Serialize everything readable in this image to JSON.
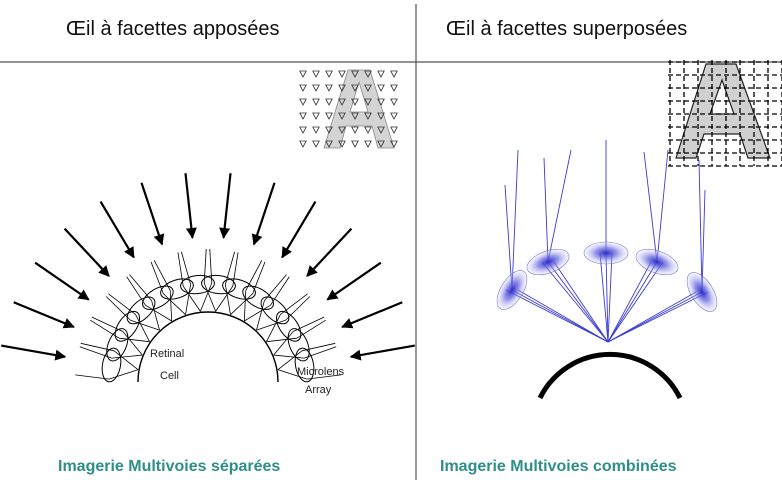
{
  "left_panel": {
    "title": "Œil à facettes apposées",
    "caption": "Imagerie Multivoies séparées",
    "labels": {
      "retinal_line1": "Retinal",
      "retinal_line2": "Cell",
      "microlens_line1": "Microlens",
      "microlens_line2": "Array"
    }
  },
  "right_panel": {
    "title": "Œil à facettes superposées",
    "caption": "Imagerie Multivoies combinées"
  },
  "colors": {
    "caption": "#2d8f8a",
    "rays_right": "#3b3bd6",
    "lens_blur": "#3a3ad0"
  }
}
